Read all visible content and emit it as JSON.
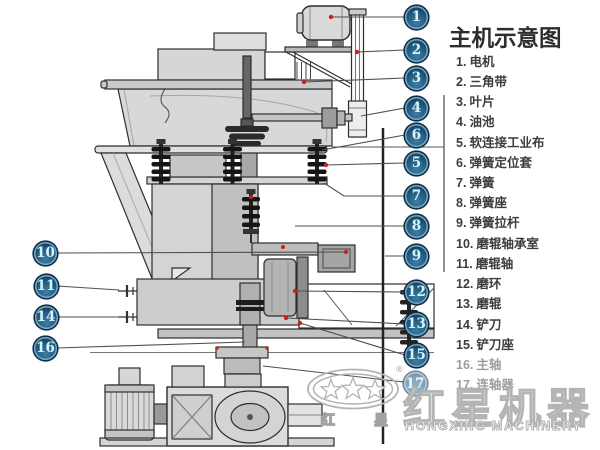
{
  "title": "主机示意图",
  "legend": {
    "items": [
      {
        "no": "1.",
        "label": "电机"
      },
      {
        "no": "2.",
        "label": "三角带"
      },
      {
        "no": "3.",
        "label": "叶片"
      },
      {
        "no": "4.",
        "label": "油池"
      },
      {
        "no": "5.",
        "label": "软连接工业布"
      },
      {
        "no": "6.",
        "label": "弹簧定位套"
      },
      {
        "no": "7.",
        "label": "弹簧"
      },
      {
        "no": "8.",
        "label": "弹簧座"
      },
      {
        "no": "9.",
        "label": "弹簧拉杆"
      },
      {
        "no": "10.",
        "label": "磨辊轴承室"
      },
      {
        "no": "11.",
        "label": "磨辊轴"
      },
      {
        "no": "12.",
        "label": "磨环"
      },
      {
        "no": "13.",
        "label": "磨辊"
      },
      {
        "no": "14.",
        "label": "铲刀"
      },
      {
        "no": "15.",
        "label": "铲刀座"
      },
      {
        "no": "16.",
        "label": "主轴"
      },
      {
        "no": "17.",
        "label": "连轴器"
      }
    ]
  },
  "callouts": {
    "right": [
      "1",
      "2",
      "3",
      "4",
      "6",
      "5",
      "7",
      "8",
      "9",
      "12",
      "13",
      "15",
      "17"
    ],
    "left": [
      "10",
      "11",
      "14",
      "16"
    ]
  },
  "watermark": {
    "brand_cn": "红星机器",
    "brand_en": "HONGXING MACHINERY",
    "logo_char_left": "红",
    "logo_char_right": "星",
    "registered": "®"
  },
  "colors": {
    "callout_blue": "#173F60",
    "leader_line": "#4f4f4f",
    "marker_red": "#cc2020",
    "watermark_gray": "#b5b5b5"
  }
}
